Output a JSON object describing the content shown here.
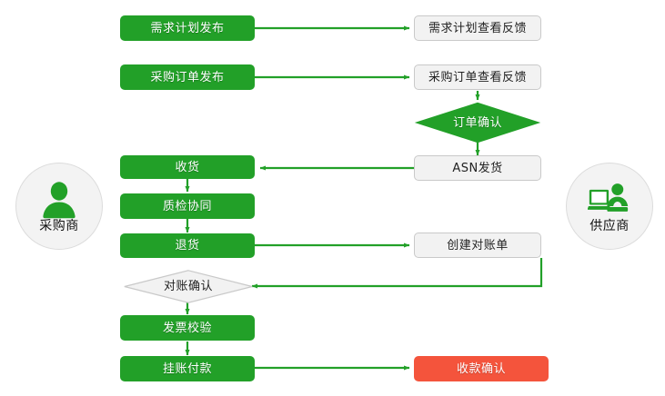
{
  "diagram": {
    "type": "flowchart",
    "title": "",
    "background_color": "#ffffff",
    "colors": {
      "green": "#22a028",
      "grey_fill": "#f2f2f2",
      "grey_border": "#c9c9c9",
      "red": "#f4543c",
      "edge": "#22a028",
      "circle_fill": "#f3f3f3",
      "text_light": "#ffffff",
      "text_dark": "#222222"
    },
    "actors": [
      {
        "id": "buyer",
        "label": "采购商",
        "icon": "person-icon",
        "side": "left"
      },
      {
        "id": "supplier",
        "label": "供应商",
        "icon": "person-at-computer-icon",
        "side": "right"
      }
    ],
    "nodes": [
      {
        "id": "demand_plan_publish",
        "label": "需求计划发布",
        "shape": "rect",
        "style": "green",
        "lane": "buyer"
      },
      {
        "id": "demand_plan_feedback",
        "label": "需求计划查看反馈",
        "shape": "rect",
        "style": "grey",
        "lane": "supplier"
      },
      {
        "id": "po_publish",
        "label": "采购订单发布",
        "shape": "rect",
        "style": "green",
        "lane": "buyer"
      },
      {
        "id": "po_feedback",
        "label": "采购订单查看反馈",
        "shape": "rect",
        "style": "grey",
        "lane": "supplier"
      },
      {
        "id": "order_confirm",
        "label": "订单确认",
        "shape": "diamond",
        "style": "green",
        "lane": "supplier"
      },
      {
        "id": "asn_shipment",
        "label": "ASN发货",
        "shape": "rect",
        "style": "grey",
        "lane": "supplier"
      },
      {
        "id": "receive_goods",
        "label": "收货",
        "shape": "rect",
        "style": "green",
        "lane": "buyer"
      },
      {
        "id": "quality_collab",
        "label": "质检协同",
        "shape": "rect",
        "style": "green",
        "lane": "buyer"
      },
      {
        "id": "return_goods",
        "label": "退货",
        "shape": "rect",
        "style": "green",
        "lane": "buyer"
      },
      {
        "id": "create_statement",
        "label": "创建对账单",
        "shape": "rect",
        "style": "grey",
        "lane": "supplier"
      },
      {
        "id": "statement_confirm",
        "label": "对账确认",
        "shape": "diamond",
        "style": "grey",
        "lane": "buyer"
      },
      {
        "id": "invoice_check",
        "label": "发票校验",
        "shape": "rect",
        "style": "green",
        "lane": "buyer"
      },
      {
        "id": "payable_payment",
        "label": "挂账付款",
        "shape": "rect",
        "style": "green",
        "lane": "buyer"
      },
      {
        "id": "receipt_confirm",
        "label": "收款确认",
        "shape": "rect",
        "style": "red",
        "lane": "supplier"
      }
    ],
    "edges": [
      {
        "from": "demand_plan_publish",
        "to": "demand_plan_feedback",
        "direction": "right"
      },
      {
        "from": "po_publish",
        "to": "po_feedback",
        "direction": "right"
      },
      {
        "from": "po_feedback",
        "to": "order_confirm",
        "direction": "down"
      },
      {
        "from": "order_confirm",
        "to": "asn_shipment",
        "direction": "down"
      },
      {
        "from": "asn_shipment",
        "to": "receive_goods",
        "direction": "left"
      },
      {
        "from": "receive_goods",
        "to": "quality_collab",
        "direction": "down"
      },
      {
        "from": "quality_collab",
        "to": "return_goods",
        "direction": "down"
      },
      {
        "from": "return_goods",
        "to": "create_statement",
        "direction": "right"
      },
      {
        "from": "create_statement",
        "to": "statement_confirm",
        "direction": "down-left"
      },
      {
        "from": "statement_confirm",
        "to": "invoice_check",
        "direction": "down"
      },
      {
        "from": "invoice_check",
        "to": "payable_payment",
        "direction": "down"
      },
      {
        "from": "payable_payment",
        "to": "receipt_confirm",
        "direction": "right"
      }
    ]
  }
}
